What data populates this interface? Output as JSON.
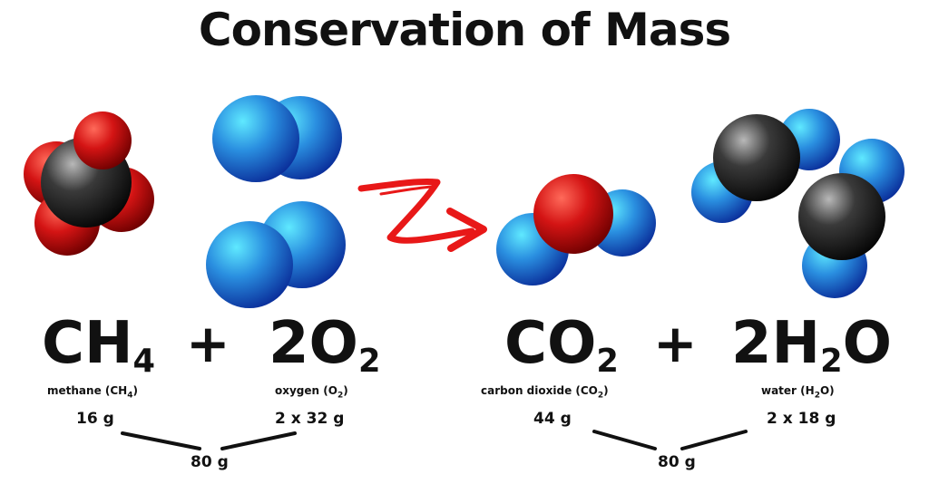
{
  "title": "Conservation of Mass",
  "equation": {
    "reactant1": {
      "formula_main": "CH",
      "formula_sub": "4",
      "name": "methane (CH",
      "name_sub": "4",
      "name_end": ")",
      "mass": "16 g"
    },
    "plus1": "+",
    "reactant2": {
      "formula_main": "2O",
      "formula_sub": "2",
      "name": "oxygen (O",
      "name_sub": "2",
      "name_end": ")",
      "mass": "2 x 32 g"
    },
    "product1": {
      "formula_main": "CO",
      "formula_sub": "2",
      "name": "carbon dioxide (CO",
      "name_sub": "2",
      "name_end": ")",
      "mass": "44 g"
    },
    "plus2": "+",
    "product2": {
      "formula_pre": "2H",
      "formula_sub": "2",
      "formula_post": "O",
      "name": "water (H",
      "name_sub": "2",
      "name_end": "O)",
      "mass": "2 x 18 g"
    }
  },
  "totals": {
    "reactants": "80 g",
    "products": "80 g"
  },
  "colors": {
    "oxygen": "#d41414",
    "carbon": "#222222",
    "hydrogen": "#2288dd",
    "arrow": "#e81818"
  },
  "icons": {
    "methane": "methane-molecule-icon",
    "oxygen": "oxygen-molecule-icon",
    "co2": "carbon-dioxide-molecule-icon",
    "water": "water-molecule-icon",
    "arrow": "reaction-arrow-icon"
  }
}
